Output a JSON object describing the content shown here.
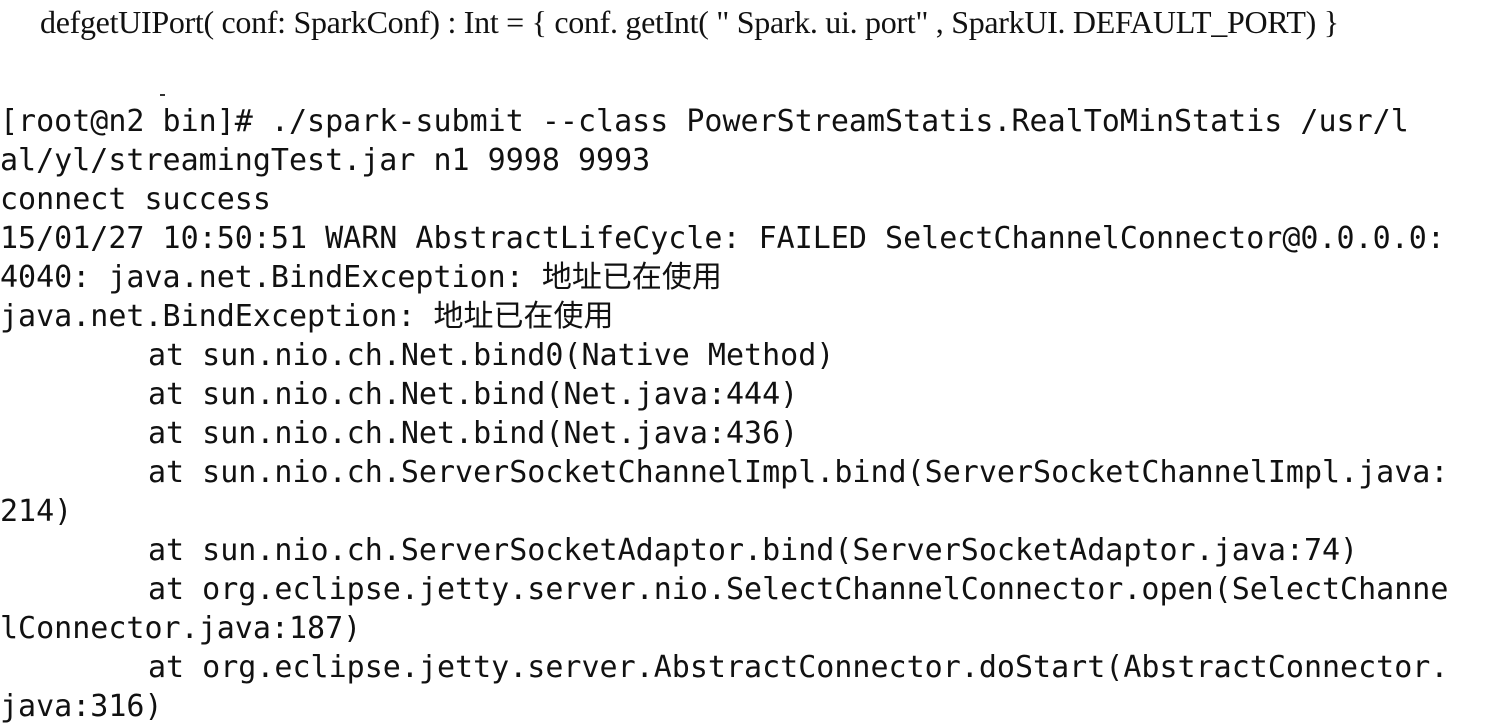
{
  "code_caption": "defgetUIPort( conf: SparkConf) : Int = { conf. getInt( \" Spark. ui. port\" , SparkUI. DEFAULT_PORT) }",
  "terminal": {
    "lines": [
      {
        "text": "[root@n2 bin]# ./spark-submit --class PowerStreamStatis.RealToMinStatis /usr/l",
        "indent": false
      },
      {
        "text": "al/yl/streamingTest.jar n1 9998 9993",
        "indent": false
      },
      {
        "text": "connect success",
        "indent": false
      },
      {
        "text": "15/01/27 10:50:51 WARN AbstractLifeCycle: FAILED SelectChannelConnector@0.0.0.0:",
        "indent": false
      },
      {
        "text": "4040: java.net.BindException: 地址已在使用",
        "indent": false
      },
      {
        "text": "java.net.BindException: 地址已在使用",
        "indent": false
      },
      {
        "text": "at sun.nio.ch.Net.bind0(Native Method)",
        "indent": true
      },
      {
        "text": "at sun.nio.ch.Net.bind(Net.java:444)",
        "indent": true
      },
      {
        "text": "at sun.nio.ch.Net.bind(Net.java:436)",
        "indent": true
      },
      {
        "text": "at sun.nio.ch.ServerSocketChannelImpl.bind(ServerSocketChannelImpl.java:",
        "indent": true
      },
      {
        "text": "214)",
        "indent": false
      },
      {
        "text": "at sun.nio.ch.ServerSocketAdaptor.bind(ServerSocketAdaptor.java:74)",
        "indent": true
      },
      {
        "text": "at org.eclipse.jetty.server.nio.SelectChannelConnector.open(SelectChanne",
        "indent": true
      },
      {
        "text": "lConnector.java:187)",
        "indent": false
      },
      {
        "text": "at org.eclipse.jetty.server.AbstractConnector.doStart(AbstractConnector.",
        "indent": true
      },
      {
        "text": "java:316)",
        "indent": false
      }
    ]
  }
}
